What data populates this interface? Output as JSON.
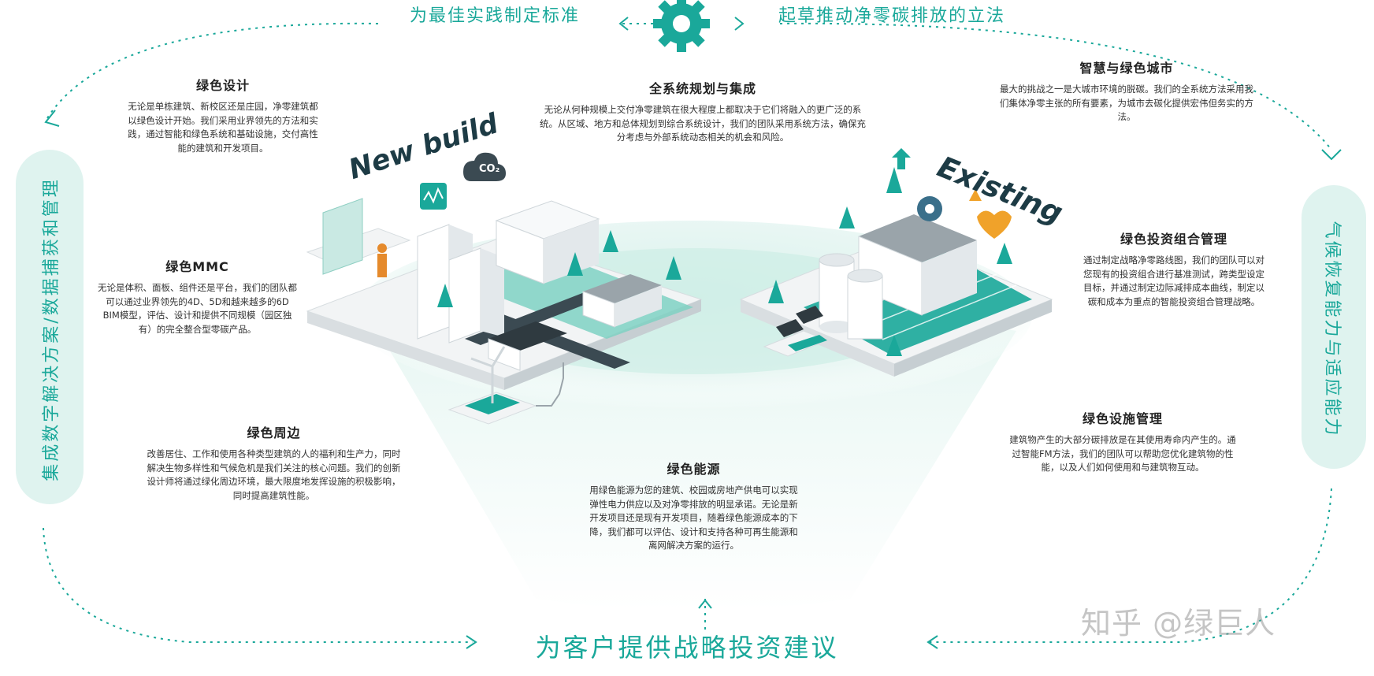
{
  "top": {
    "left_label": "为最佳实践制定标准",
    "right_label": "起草推动净零碳排放的立法"
  },
  "bottom": {
    "label": "为客户提供战略投资建议"
  },
  "sides": {
    "left_label": "集成数字解决方案/数据捕获和管理",
    "right_label": "气候恢复能力与适应能力"
  },
  "illustration": {
    "new_build_title": "New build",
    "existing_title": "Existing",
    "co2_label": "CO₂"
  },
  "blocks": {
    "green_design": {
      "title": "绿色设计",
      "text": "无论是单栋建筑、新校区还是庄园，净零建筑都以绿色设计开始。我们采用业界领先的方法和实践，通过智能和绿色系统和基础设施，交付高性能的建筑和开发项目。"
    },
    "whole_system": {
      "title": "全系统规划与集成",
      "text": "无论从何种规模上交付净零建筑在很大程度上都取决于它们将融入的更广泛的系统。从区域、地方和总体规划到综合系统设计，我们的团队采用系统方法，确保充分考虑与外部系统动态相关的机会和风险。"
    },
    "smart_city": {
      "title": "智慧与绿色城市",
      "text": "最大的挑战之一是大城市环境的脱碳。我们的全系统方法采用我们集体净零主张的所有要素，为城市去碳化提供宏伟但务实的方法。"
    },
    "green_mmc": {
      "title": "绿色MMC",
      "text": "无论是体积、面板、组件还是平台，我们的团队都可以通过业界领先的4D、5D和越来越多的6D BIM模型，评估、设计和提供不同规模（园区独有）的完全整合型零碳产品。"
    },
    "portfolio": {
      "title": "绿色投资组合管理",
      "text": "通过制定战略净零路线图，我们的团队可以对您现有的投资组合进行基准测试，跨类型设定目标，并通过制定边际减排成本曲线，制定以碳和成本为重点的智能投资组合管理战略。"
    },
    "green_surroundings": {
      "title": "绿色周边",
      "text": "改善居住、工作和使用各种类型建筑的人的福利和生产力，同时解决生物多样性和气候危机是我们关注的核心问题。我们的创新设计师将通过绿化周边环境，最大限度地发挥设施的积极影响，同时提高建筑性能。"
    },
    "green_energy": {
      "title": "绿色能源",
      "text": "用绿色能源为您的建筑、校园或房地产供电可以实现弹性电力供应以及对净零排放的明显承诺。无论是新开发项目还是现有开发项目，随着绿色能源成本的下降，我们都可以评估、设计和支持各种可再生能源和离网解决方案的运行。"
    },
    "facility_mgmt": {
      "title": "绿色设施管理",
      "text": "建筑物产生的大部分碳排放是在其使用寿命内产生的。通过智能FM方法，我们的团队可以帮助您优化建筑物的性能，以及人们如何使用和与建筑物互动。"
    }
  },
  "watermark": "知乎 @绿巨人",
  "colors": {
    "accent": "#1aa89a",
    "pill": "#dff3ef",
    "dark_title": "#1d3b45"
  }
}
